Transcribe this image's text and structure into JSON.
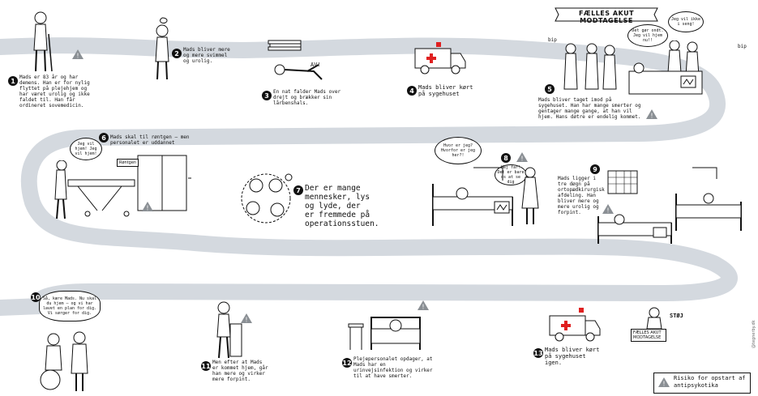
{
  "title": "FÆLLES AKUT MODTAGELSE",
  "legend": {
    "text": "Risiko for opstart af antipsykotika"
  },
  "credit": "@tegnerby.dk",
  "steps": [
    {
      "n": "1",
      "text": "Mads er 83 år og har demens. Han er for nylig flyttet på plejehjem og har været urolig og ikke faldet til. Han får ordineret sovemedicin."
    },
    {
      "n": "2",
      "text": "Mads bliver mere og mere svimmel og urolig."
    },
    {
      "n": "3",
      "text": "En nat falder Mads over drejt og brækker sin lårbenshals."
    },
    {
      "n": "4",
      "text": "Mads bliver kørt på sygehuset"
    },
    {
      "n": "5",
      "text": "Mads bliver taget imod på sygehuset. Han har mange smerter og gentager mange gange, at han vil hjem. Hans døtre er endelig kommet."
    },
    {
      "n": "6",
      "text": "Mads skal til røntgen – men personalet er uddannet"
    },
    {
      "n": "7",
      "text": "Der er mange mennesker, lys og lyde, der er fremmede på operationsstuen."
    },
    {
      "n": "8",
      "text": ""
    },
    {
      "n": "9",
      "text": "Mads ligger i tre døgn på ortopædkirurgisk afdeling. Han bliver mere og mere urolig og forpint."
    },
    {
      "n": "10",
      "text": "Så, kære Mads. Nu skal du hjem – og vi har lavet en plan for dig. Vi sørger for dig."
    },
    {
      "n": "11",
      "text": "Men efter at Mads er kommet hjem, går han mere og virker mere forpint."
    },
    {
      "n": "12",
      "text": "Plejepersonalet opdager, at Mads har en urinvejsinfektion og virker til at have smerter."
    },
    {
      "n": "13",
      "text": "Mads bliver kørt på sygehuset igen."
    }
  ],
  "speech": {
    "daughter1": "Jeg vil ikke i seng!",
    "daughter2": "Det gør ondt. Jeg vil hjem nu!!",
    "patient6": "Jeg vil hjem! Jeg vil hjem!",
    "cloud8": "Hvor er jeg? Hvorfor er jeg her?!",
    "nurse8": "Hej far! Det er bare os at se dig",
    "nurse10": "Så, kære Mads",
    "doorsign": "Røntgen",
    "signboard": "FÆLLES AKUT MODTAGELSE",
    "avi": "AV!",
    "noise": "STØJ",
    "bip": "bip"
  },
  "colors": {
    "road": "#d4d9df",
    "ink": "#111111",
    "red": "#e02020",
    "warn": "#8a8f94"
  }
}
